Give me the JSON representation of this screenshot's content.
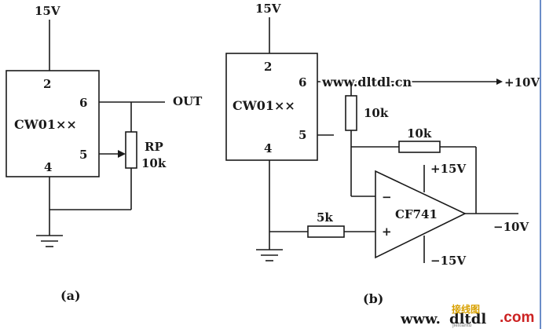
{
  "circuit_a": {
    "supply": "15V",
    "chip": "CW01××",
    "pins": {
      "p2": "2",
      "p6": "6",
      "p5": "5",
      "p4": "4"
    },
    "output": "OUT",
    "pot_name": "RP",
    "pot_value": "10k",
    "caption": "(a)"
  },
  "circuit_b": {
    "supply": "15V",
    "chip": "CW01××",
    "pins": {
      "p2": "2",
      "p6": "6",
      "p5": "5",
      "p4": "4"
    },
    "watermark_url": "www.dltdl.cn",
    "out_pos": "+10V",
    "r_series": "10k",
    "r_feedback": "10k",
    "r_input": "5k",
    "opamp": "CF741",
    "opamp_minus": "−",
    "opamp_plus": "+",
    "vpos": "+15V",
    "vneg": "−15V",
    "out_neg": "−10V",
    "caption": "(b)"
  },
  "footer_watermark": {
    "left": "www.",
    "mid": "dltdl",
    "right": ".com",
    "logo_text": "接线图",
    "logo_sub": "jiexiantu"
  },
  "colors": {
    "ink": "#1a1a1a",
    "watermark_red": "#cc2222",
    "watermark_gold": "#d8a000"
  }
}
